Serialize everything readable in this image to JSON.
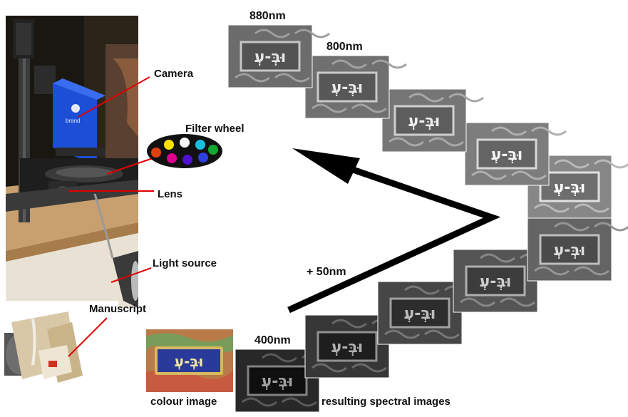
{
  "labels": {
    "camera": "Camera",
    "filter_wheel": "Filter wheel",
    "lens": "Lens",
    "light_source": "Light source",
    "manuscript": "Manuscript",
    "colour_image": "colour image",
    "resulting_spectral_images": "resulting spectral images",
    "wl_880": "880nm",
    "wl_800": "800nm",
    "wl_400": "400nm",
    "step": "+ 50nm"
  },
  "manuscript_text": "וּבְּ-עְ",
  "filter_wheel_colors": [
    "#ffffff",
    "#ffe000",
    "#18c0e0",
    "#10a830",
    "#e04010",
    "#e00090",
    "#5010d0",
    "#3040e0"
  ],
  "colors": {
    "leader_lines": "#e00000",
    "arrow": "#000000",
    "label_text": "#111111",
    "camera_blue": "#1d4fd6"
  }
}
